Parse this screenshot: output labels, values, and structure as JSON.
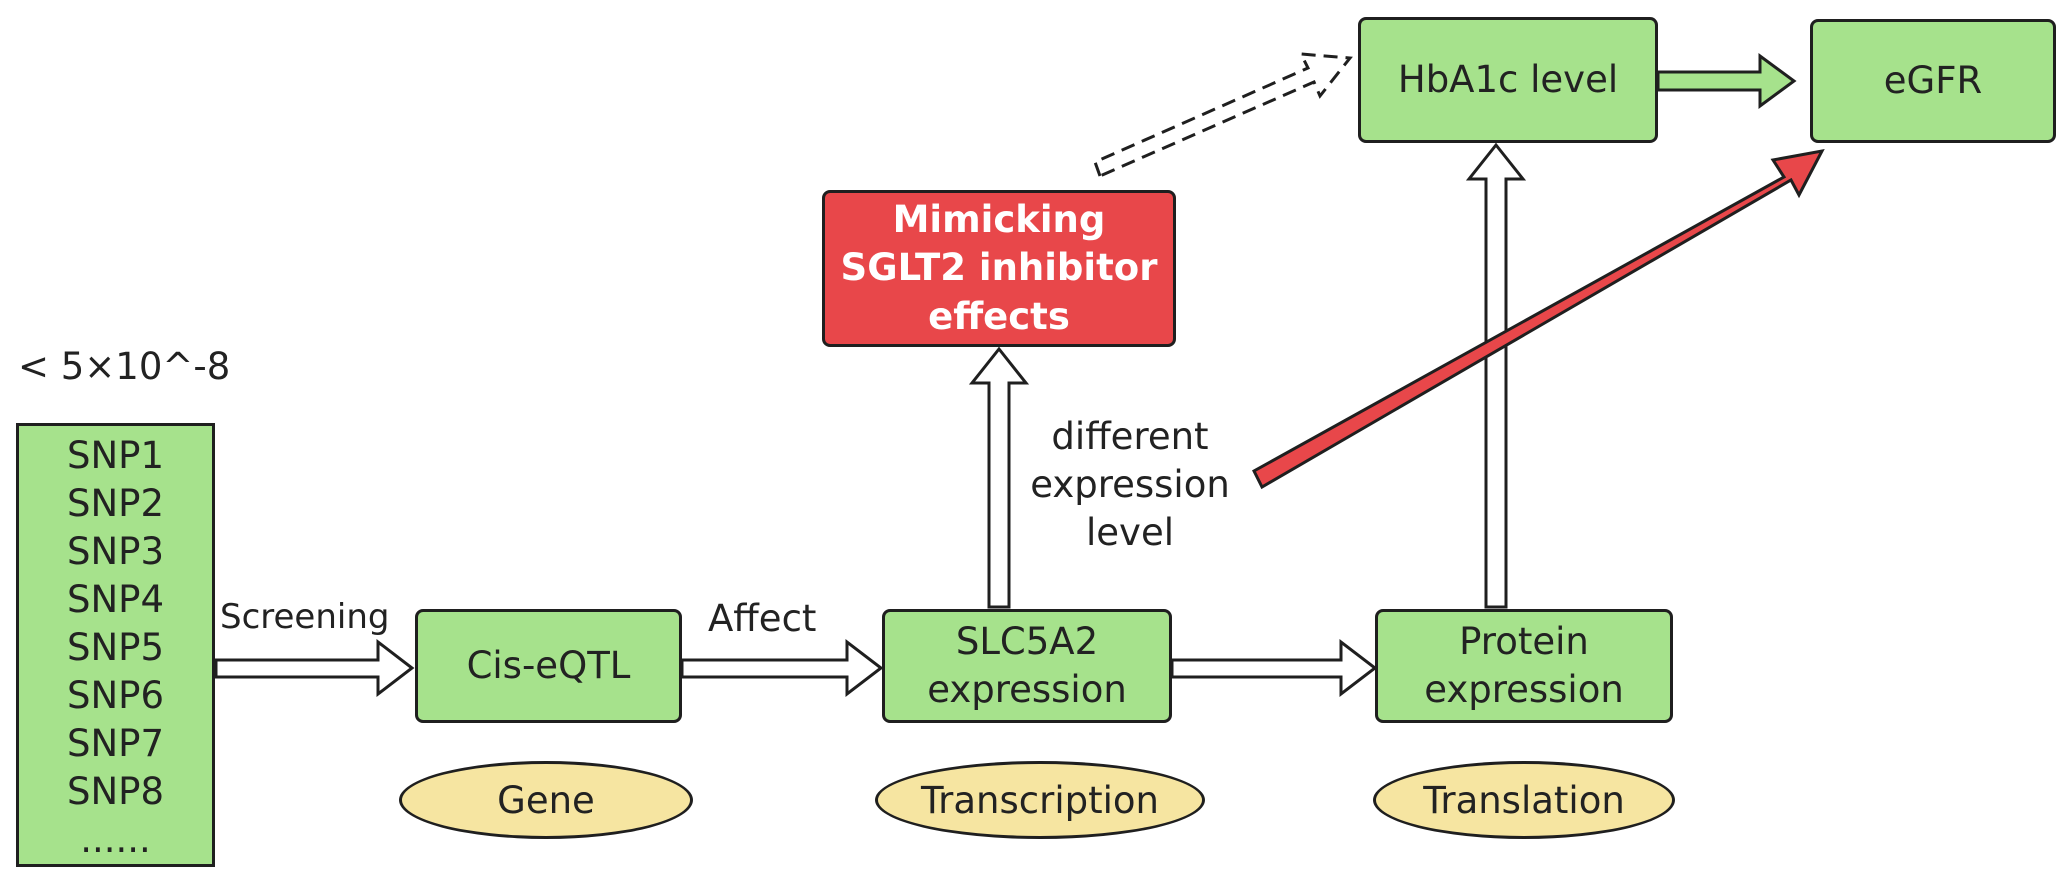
{
  "threshold": "< 5×10^-8",
  "snps": [
    "SNP1",
    "SNP2",
    "SNP3",
    "SNP4",
    "SNP5",
    "SNP6",
    "SNP7",
    "SNP8",
    "......"
  ],
  "nodes": {
    "cis_eqtl": "Cis-eQTL",
    "slc5a2": "SLC5A2\nexpression",
    "protein": "Protein\nexpression",
    "hba1c": "HbA1c level",
    "egfr": "eGFR",
    "mimicking": "Mimicking\nSGLT2 inhibitor\neffects"
  },
  "stages": {
    "gene": "Gene",
    "transcription": "Transcription",
    "translation": "Translation"
  },
  "edge_labels": {
    "screening": "Screening",
    "affect": "Affect",
    "different_expression": "different\nexpression\nlevel"
  },
  "colors": {
    "node_fill": "#a6e28c",
    "highlight_fill": "#e8474a",
    "stage_fill": "#f6e5a1",
    "red_arrow": "#e8474a"
  }
}
